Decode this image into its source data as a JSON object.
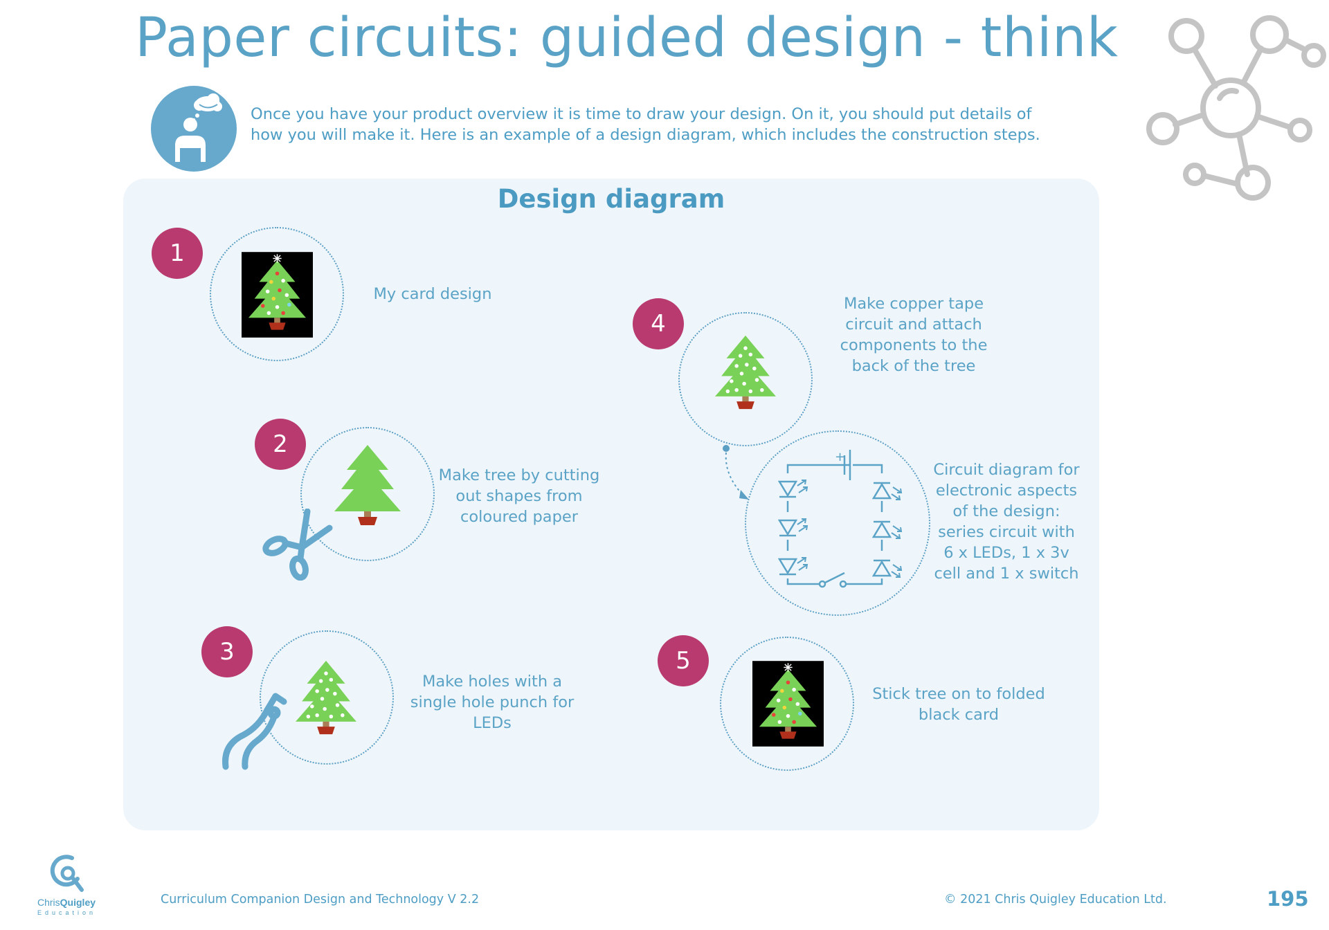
{
  "page": {
    "title": "Paper circuits: guided design - think",
    "intro": "Once you have your product overview it is time to draw your design.  On it, you should put details of how you will make it.  Here is an example of a design diagram, which includes the construction steps."
  },
  "panel": {
    "title": "Design diagram"
  },
  "steps": [
    {
      "number": "1",
      "label": "My card design"
    },
    {
      "number": "2",
      "label": "Make tree by cutting out shapes from coloured paper"
    },
    {
      "number": "3",
      "label": "Make holes with a single hole punch for LEDs"
    },
    {
      "number": "4",
      "label": "Make copper tape circuit and attach components to the back of the tree"
    },
    {
      "number": "5",
      "label": "Stick tree on to folded black card"
    }
  ],
  "circuit": {
    "label": "Circuit diagram for electronic aspects of the design: series circuit with 6 x LEDs, 1 x 3v cell and 1 x switch",
    "battery_sign": "+"
  },
  "footer": {
    "brand_first": "Chris",
    "brand_second": "Quigley",
    "brand_sub": "Education",
    "left_text": "Curriculum Companion Design and Technology V 2.2",
    "right_text": "© 2021 Chris Quigley Education Ltd.",
    "page_number": "195"
  },
  "colors": {
    "accent": "#5ba3c6",
    "badge": "#b83a6e",
    "panel_bg": "#eff6fb",
    "tree_green": "#79d158",
    "pot_red": "#b0301c",
    "network_grey": "#c4c4c4"
  },
  "icons": {
    "think": "thinking-person-icon",
    "network": "network-hub-icon",
    "scissors": "scissors-icon",
    "punch": "hole-punch-icon"
  }
}
